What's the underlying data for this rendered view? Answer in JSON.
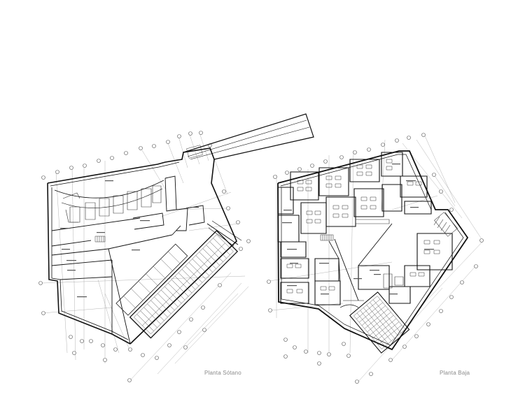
{
  "drawing": {
    "plans": [
      {
        "id": "sotano",
        "title": "Planta Sótano"
      },
      {
        "id": "baja",
        "title": "Planta Baja"
      }
    ],
    "colors": {
      "wall": "#111111",
      "grid": "#9a9a9a",
      "detail": "#444444",
      "label": "#8a8a8a",
      "background": "#ffffff"
    }
  }
}
